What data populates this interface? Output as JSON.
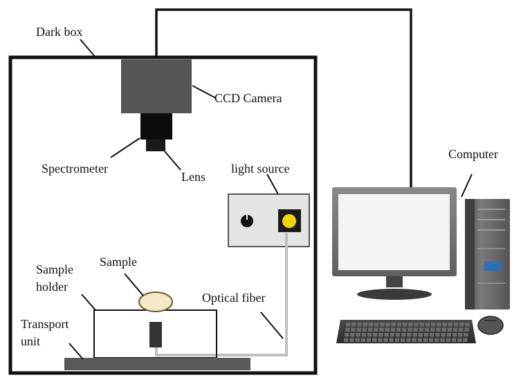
{
  "labels": {
    "dark_box": "Dark box",
    "ccd_camera": "CCD Camera",
    "spectrometer": "Spectrometer",
    "lens": "Lens",
    "light_source": "light source",
    "computer": "Computer",
    "sample": "Sample",
    "sample_holder_line1": "Sample",
    "sample_holder_line2": "holder",
    "optical_fiber": "Optical fiber",
    "transport_unit_line1": "Transport",
    "transport_unit_line2": "unit"
  },
  "colors": {
    "frame": "#111111",
    "camera_body": "#555555",
    "spectrometer_body": "#0d0d0d",
    "light_box": "#e4e4e4",
    "light_bulb": "#f2d600",
    "fiber": "#bfbfbf",
    "transport": "#595959",
    "sample": "#f4e8c6",
    "monitor_bezel": "#7d7d7d",
    "monitor_screen": "#f4f4f4",
    "computer_case": "#6e6e6e",
    "keyboard": "#3a3a3a",
    "screen_display": "#2f6fb5"
  }
}
